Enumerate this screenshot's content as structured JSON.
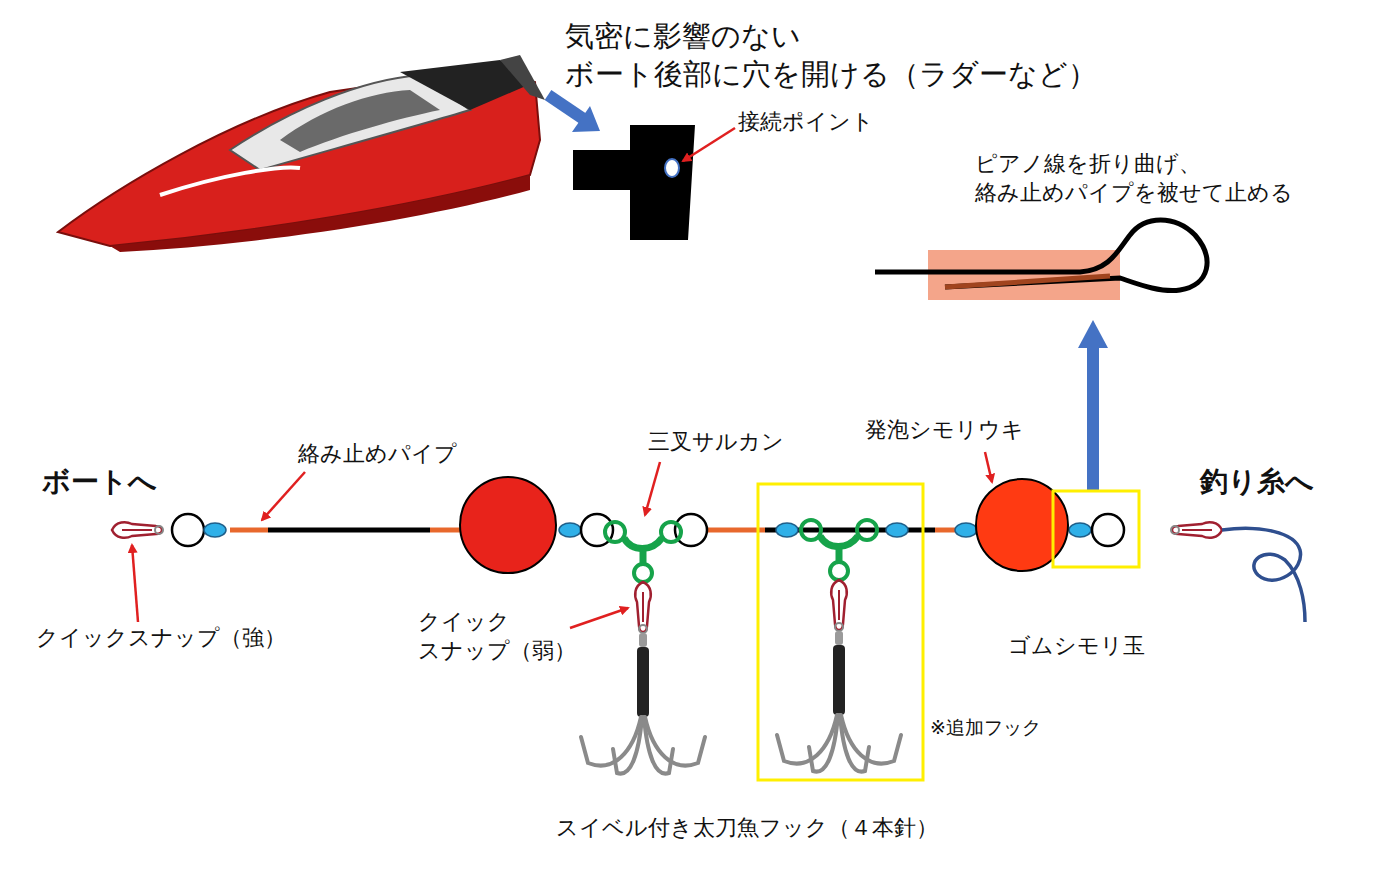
{
  "diagram": {
    "labels": [
      "気密に影響のない ボート後部に穴を開ける（ラダーなど）",
      "接続ポイント",
      "ピアノ線を折り曲げ、 絡み止めパイプを被せて止める",
      "ボートへ",
      "絡み止めパイプ",
      "三叉サルカン",
      "発泡シモリウキ",
      "釣り糸へ",
      "クイックスナップ（強）",
      "クイック スナップ（弱）",
      "ゴムシモリ玉",
      "※追加フック",
      "スイベル付き太刀魚フック（４本針）"
    ]
  }
}
